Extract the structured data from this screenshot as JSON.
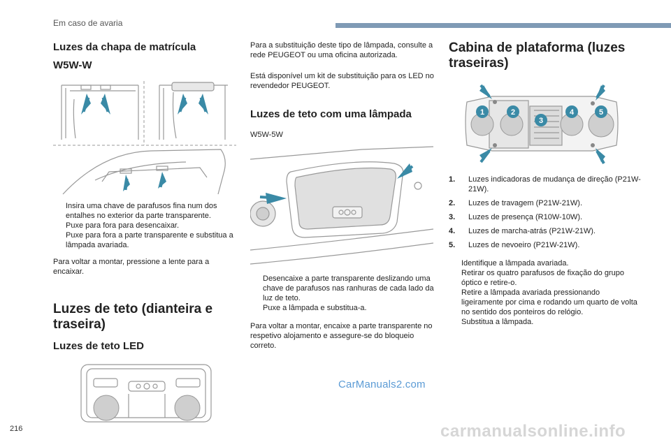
{
  "header": {
    "title": "Em caso de avaria"
  },
  "col1": {
    "plate_heading": "Luzes da chapa de matrícula",
    "plate_bulb": "W5W-W",
    "plate_steps": [
      "Insira uma chave de parafusos fina num dos entalhes no exterior da parte transparente.",
      "Puxe para fora para desencaixar.",
      "Puxe para fora a parte transparente e substitua a lâmpada avariada."
    ],
    "plate_refit": "Para voltar a montar, pressione a lente para a encaixar.",
    "ceiling_heading": "Luzes de teto (dianteira e traseira)",
    "led_heading": "Luzes de teto LED"
  },
  "col2": {
    "led_text": "Para a substituição deste tipo de lâmpada, consulte a rede PEUGEOT ou uma oficina autorizada.",
    "led_kit": "Está disponível um kit de substituição para os LED no revendedor PEUGEOT.",
    "single_heading": "Luzes de teto com uma lâmpada",
    "single_bulb": "W5W-5W",
    "single_steps": [
      "Desencaixe a parte transparente deslizando uma chave de parafusos nas ranhuras de cada lado da luz de teto.",
      "Puxe a lâmpada e substitua-a."
    ],
    "single_refit": "Para voltar a montar, encaixe a parte transparente no respetivo alojamento e assegure-se do bloqueio correto."
  },
  "col3": {
    "heading": "Cabina de plataforma (luzes traseiras)",
    "callouts": [
      "1",
      "2",
      "3",
      "4",
      "5"
    ],
    "lamps": [
      {
        "num": "1.",
        "text": "Luzes indicadoras de mudança de direção (P21W-21W)."
      },
      {
        "num": "2.",
        "text": "Luzes de travagem (P21W-21W)."
      },
      {
        "num": "3.",
        "text": "Luzes de presença (R10W-10W)."
      },
      {
        "num": "4.",
        "text": "Luzes de marcha-atrás (P21W-21W)."
      },
      {
        "num": "5.",
        "text": "Luzes de nevoeiro (P21W-21W)."
      }
    ],
    "steps": [
      "Identifique a lâmpada avariada.",
      "Retirar os quatro parafusos de fixação do grupo óptico e retire-o.",
      "Retire a lâmpada avariada pressionando ligeiramente por cima e rodando um quarto de volta no sentido dos ponteiros do relógio.",
      "Substitua a lâmpada."
    ]
  },
  "bullet_glyph": "",
  "watermark": "CarManuals2.com",
  "page_number": "216",
  "footer_url": "carmanualsonline.info",
  "colors": {
    "arrow": "#3a8aa6",
    "header_bar": "#7f9ab5",
    "callout": "#3a8aa6"
  }
}
